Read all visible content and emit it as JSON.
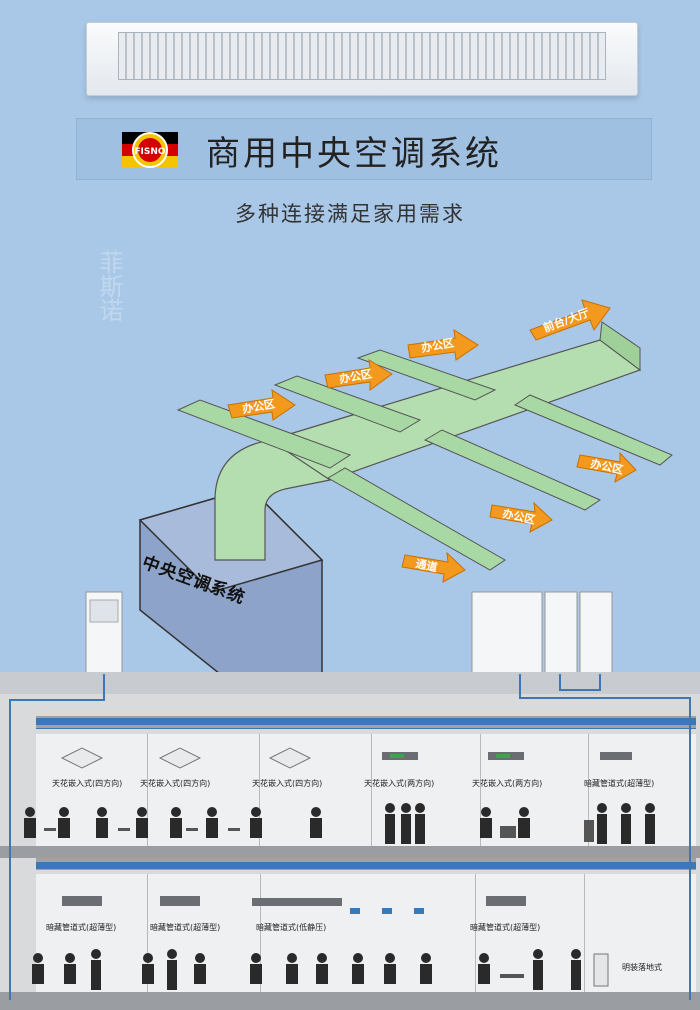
{
  "header": {
    "logo_text": "FISNO",
    "title": "商用中央空调系统",
    "subtitle": "多种连接满足家用需求"
  },
  "watermark": {
    "text": "菲斯诺"
  },
  "diagram": {
    "central_unit_label": "中央空调系统",
    "arrows": [
      {
        "label": "前台/大厅"
      },
      {
        "label": "办公区"
      },
      {
        "label": "办公区"
      },
      {
        "label": "办公区"
      },
      {
        "label": "办公区"
      },
      {
        "label": "办公区"
      },
      {
        "label": "通道"
      }
    ]
  },
  "floors": {
    "upper": [
      {
        "label": "天花嵌入式(四方向)"
      },
      {
        "label": "天花嵌入式(四方向)"
      },
      {
        "label": "天花嵌入式(四方向)"
      },
      {
        "label": "天花嵌入式(两方向)"
      },
      {
        "label": "天花嵌入式(两方向)"
      },
      {
        "label": "暗藏管道式(超薄型)"
      }
    ],
    "lower": [
      {
        "label": "暗藏管道式(超薄型)"
      },
      {
        "label": "暗藏管道式(超薄型)"
      },
      {
        "label": "暗藏管道式(低静压)"
      },
      {
        "label": "暗藏管道式(超薄型)"
      },
      {
        "label": "明装落地式"
      }
    ]
  },
  "colors": {
    "background": "#a9c8e8",
    "duct": "#b5deb0",
    "arrow": "#f39a1e",
    "pipe": "#3b78b5"
  }
}
